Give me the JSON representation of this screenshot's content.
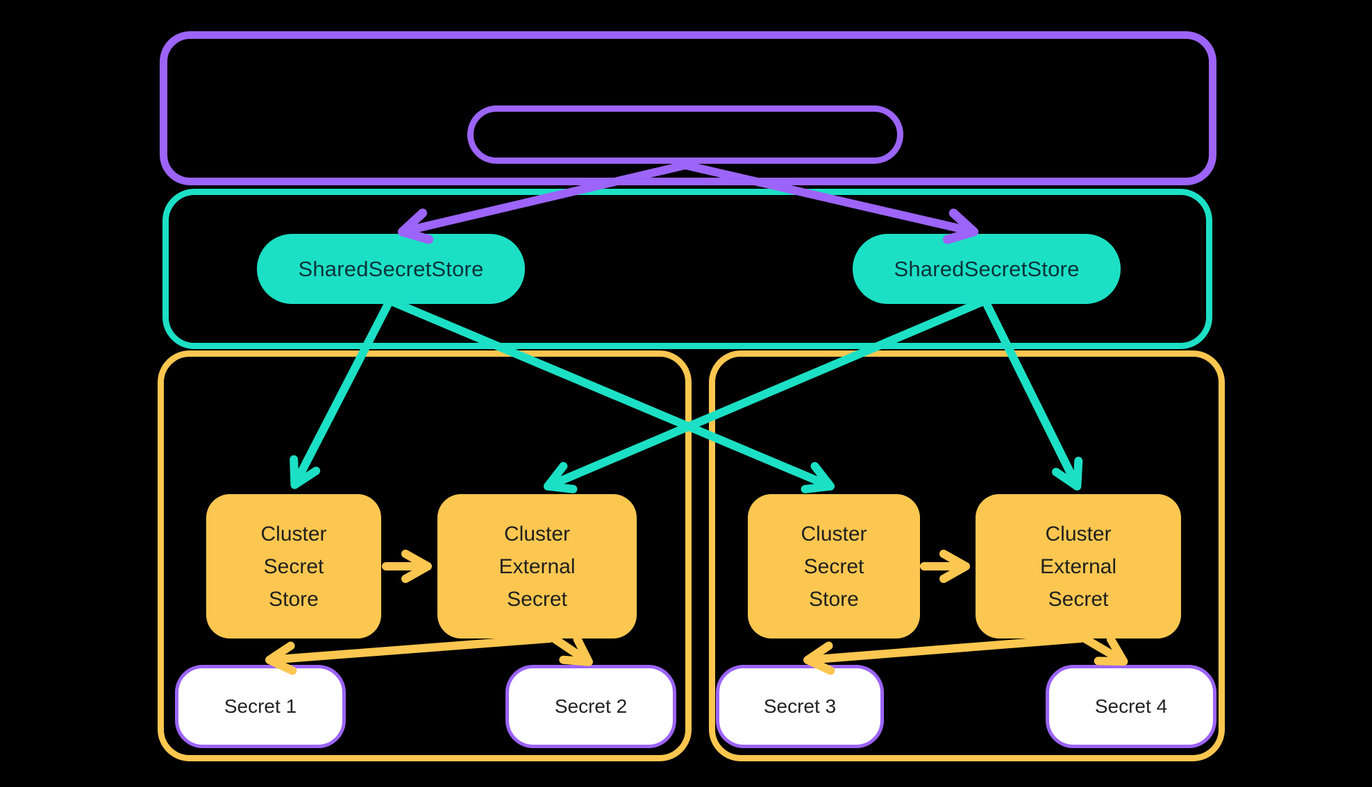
{
  "colors": {
    "background": "#000000",
    "purple": "#9c64f8",
    "teal": "#1ce0c5",
    "yellow": "#fcc750",
    "white": "#ffffff",
    "text_on_teal": "#0b3238",
    "text_on_yellow": "#1f1f1f"
  },
  "nodes": {
    "shared_store_left": {
      "label": "SharedSecretStore"
    },
    "shared_store_right": {
      "label": "SharedSecretStore"
    },
    "cluster_secret_store_left": {
      "label": "Cluster\nSecret\nStore"
    },
    "cluster_external_secret_left": {
      "label": "Cluster\nExternal\nSecret"
    },
    "cluster_secret_store_right": {
      "label": "Cluster\nSecret\nStore"
    },
    "cluster_external_secret_right": {
      "label": "Cluster\nExternal\nSecret"
    },
    "secret_1": {
      "label": "Secret 1"
    },
    "secret_2": {
      "label": "Secret 2"
    },
    "secret_3": {
      "label": "Secret 3"
    },
    "secret_4": {
      "label": "Secret 4"
    }
  },
  "edges": [
    {
      "from": "source_pill",
      "to": "shared_store_left",
      "color": "purple"
    },
    {
      "from": "source_pill",
      "to": "shared_store_right",
      "color": "purple"
    },
    {
      "from": "shared_store_left",
      "to": "cluster_secret_store_left",
      "color": "teal"
    },
    {
      "from": "shared_store_left",
      "to": "cluster_secret_store_right",
      "color": "teal"
    },
    {
      "from": "shared_store_right",
      "to": "cluster_external_secret_left",
      "color": "teal"
    },
    {
      "from": "shared_store_right",
      "to": "cluster_external_secret_right",
      "color": "teal"
    },
    {
      "from": "cluster_secret_store_left",
      "to": "cluster_external_secret_left",
      "color": "yellow"
    },
    {
      "from": "cluster_secret_store_right",
      "to": "cluster_external_secret_right",
      "color": "yellow"
    },
    {
      "from": "cluster_external_secret_left",
      "to": "secret_1",
      "color": "yellow"
    },
    {
      "from": "cluster_external_secret_left",
      "to": "secret_2",
      "color": "yellow"
    },
    {
      "from": "cluster_external_secret_right",
      "to": "secret_3",
      "color": "yellow"
    },
    {
      "from": "cluster_external_secret_right",
      "to": "secret_4",
      "color": "yellow"
    }
  ]
}
